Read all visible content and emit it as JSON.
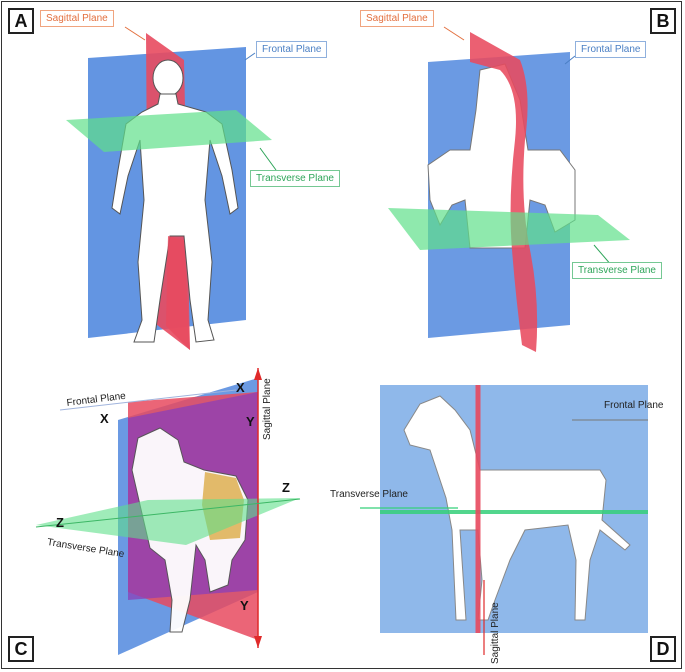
{
  "panels": {
    "a": {
      "letter": "A",
      "sagittal": "Sagittal Plane",
      "frontal": "Frontal Plane",
      "transverse": "Transverse Plane"
    },
    "b": {
      "letter": "B",
      "sagittal": "Sagittal Plane",
      "frontal": "Frontal Plane",
      "transverse": "Transverse Plane"
    },
    "c": {
      "letter": "C",
      "frontal": "Frontal Plane",
      "sagittal": "Sagittal Plane",
      "transverse": "Transverse Plane",
      "axis_x1": "X",
      "axis_x2": "X",
      "axis_y1": "Y",
      "axis_y2": "Y",
      "axis_z1": "Z",
      "axis_z2": "Z"
    },
    "d": {
      "letter": "D",
      "frontal": "Frontal Plane",
      "transverse": "Transverse Plane",
      "sagittal": "Sagittal Plane"
    }
  },
  "colors": {
    "sagittal": "#e84a5f",
    "frontal": "#5b8fe0",
    "transverse": "#5fe08a",
    "dark_purple": "#8a3fb8"
  }
}
